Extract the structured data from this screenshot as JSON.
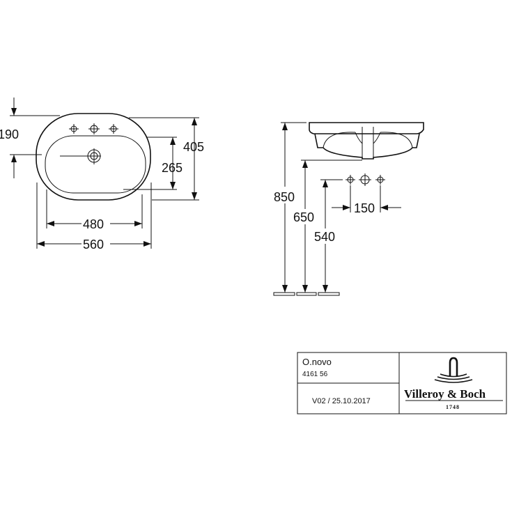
{
  "top_view": {
    "dims": {
      "overflow_offset": "190",
      "outer_depth": "405",
      "inner_depth": "265",
      "inner_width": "480",
      "outer_width": "560"
    }
  },
  "side_view": {
    "dims": {
      "rim_height": "850",
      "waste_height": "650",
      "tap_height": "540",
      "tap_spacing": "150"
    }
  },
  "title_block": {
    "product_name": "O.novo",
    "article_number": "4161 56",
    "version": "V02 / 25.10.2017",
    "brand_name": "Villeroy & Boch",
    "brand_year": "1748",
    "logo_icon": "villeroy-boch-tap-logo"
  }
}
